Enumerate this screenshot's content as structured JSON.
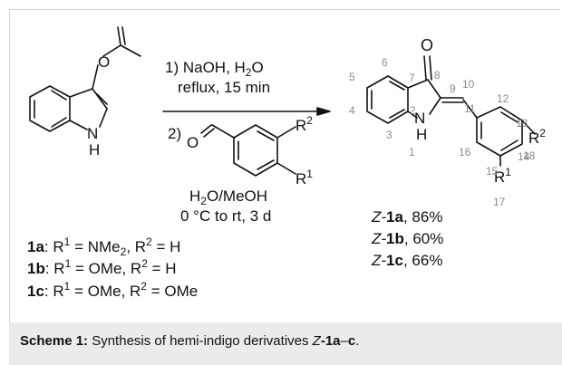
{
  "reactant_labels": {
    "oxygen": "O",
    "nh": "H",
    "nh_n": "N"
  },
  "arrow": {
    "step1": "1) NaOH, H",
    "step1_sub": "2",
    "step1_tail": "O",
    "step1_line2": "reflux, 15 min",
    "step2_num": "2)",
    "aldehyde_o": "O",
    "r2": "R",
    "r2_sup": "2",
    "r1": "R",
    "r1_sup": "1",
    "solvent": "H",
    "solvent_sub": "2",
    "solvent_tail": "O/MeOH",
    "conditions": "0 °C to rt, 3 d"
  },
  "substituents": [
    {
      "id": "1a",
      "r1": "NMe",
      "r1_sub": "2",
      "r2": "H"
    },
    {
      "id": "1b",
      "r1": "OMe",
      "r2": "H"
    },
    {
      "id": "1c",
      "r1": "OMe",
      "r2": "OMe"
    }
  ],
  "product": {
    "o": "O",
    "n": "N",
    "h": "H",
    "r2": "R",
    "r2_sup": "2",
    "r1": "R",
    "r1_sup": "1",
    "atom_numbers": [
      "1",
      "2",
      "3",
      "4",
      "5",
      "6",
      "7",
      "8",
      "9",
      "10",
      "11",
      "12",
      "13",
      "14",
      "15",
      "16",
      "17",
      "18"
    ]
  },
  "yields": [
    {
      "prefix": "Z-",
      "id": "1a",
      "value": ", 86%"
    },
    {
      "prefix": "Z-",
      "id": "1b",
      "value": ", 60%"
    },
    {
      "prefix": "Z-",
      "id": "1c",
      "value": ", 66%"
    }
  ],
  "caption": {
    "label": "Scheme 1:",
    "text": " Synthesis of hemi-indigo derivatives ",
    "prefix": "Z",
    "range": "-1a",
    "dash": "–",
    "end": "c",
    "period": "."
  }
}
